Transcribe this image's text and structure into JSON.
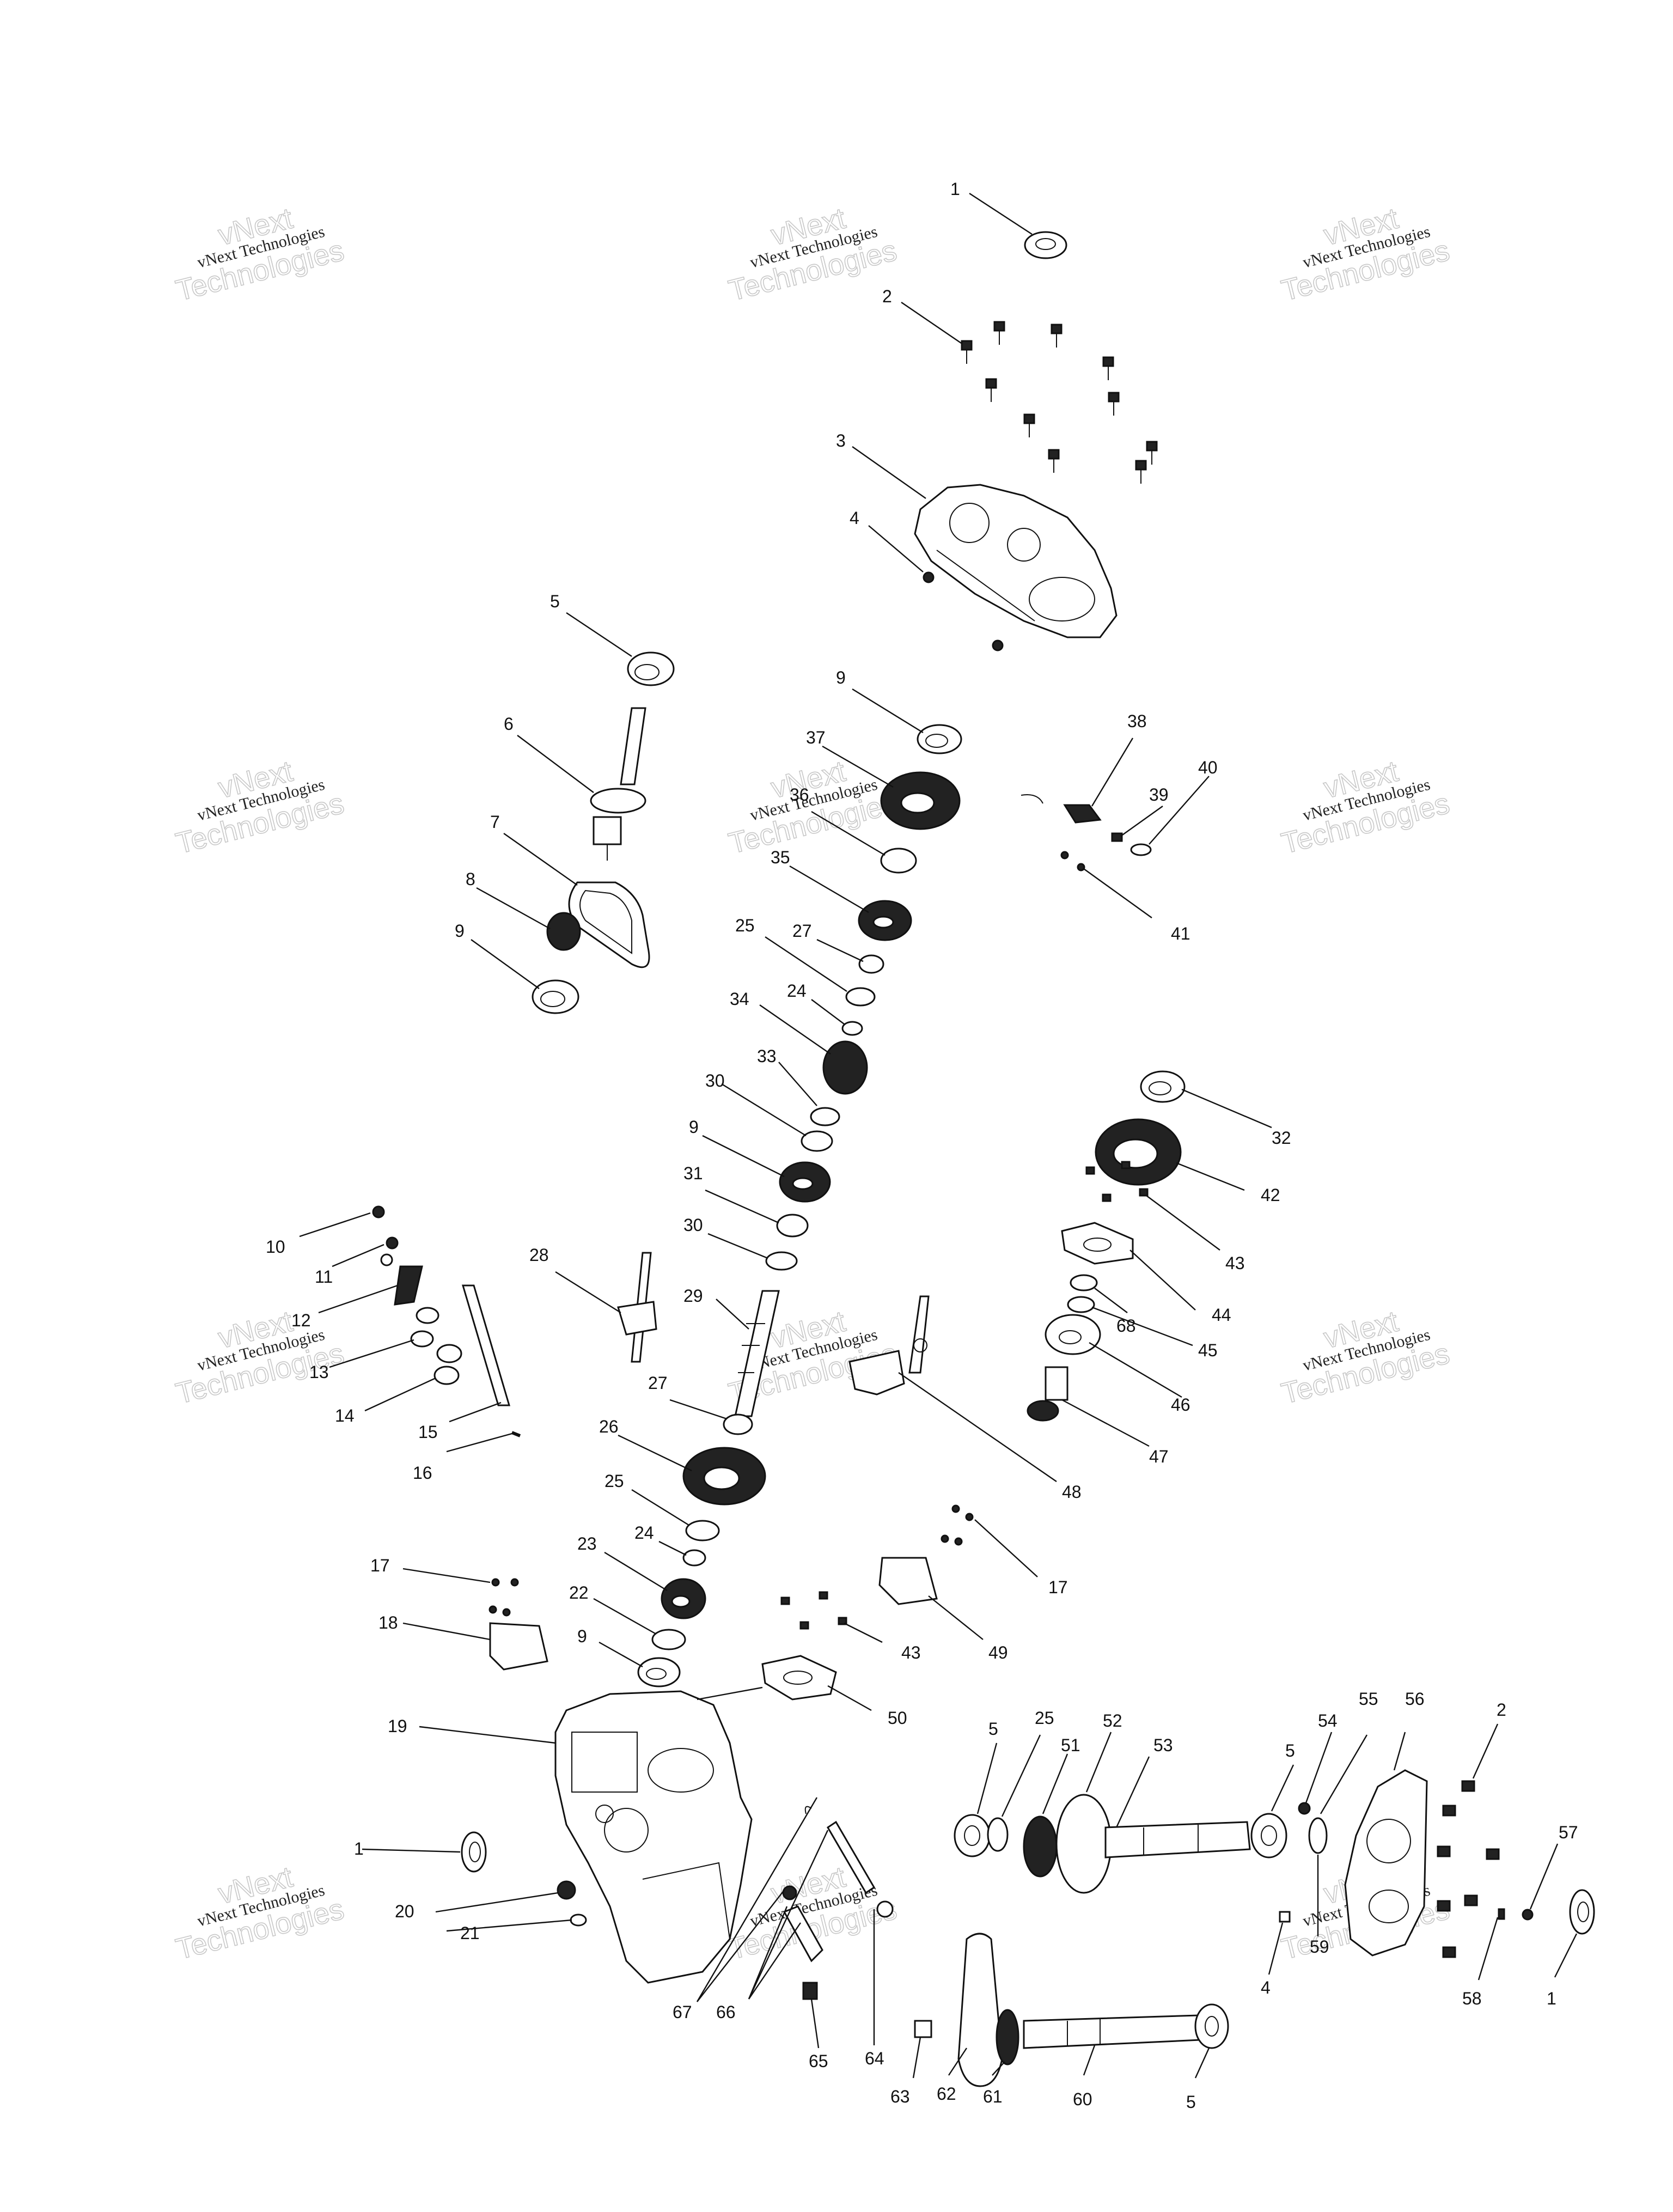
{
  "watermark": {
    "brand_line": "vNext Technologies",
    "outline_word_1": "vNext",
    "outline_word_2": "Technologies"
  },
  "callouts": [
    {
      "label": "1"
    },
    {
      "label": "2"
    },
    {
      "label": "3"
    },
    {
      "label": "4"
    },
    {
      "label": "5"
    },
    {
      "label": "9"
    },
    {
      "label": "6"
    },
    {
      "label": "37"
    },
    {
      "label": "38"
    },
    {
      "label": "40"
    },
    {
      "label": "36"
    },
    {
      "label": "39"
    },
    {
      "label": "7"
    },
    {
      "label": "35"
    },
    {
      "label": "8"
    },
    {
      "label": "41"
    },
    {
      "label": "25"
    },
    {
      "label": "27"
    },
    {
      "label": "9"
    },
    {
      "label": "24"
    },
    {
      "label": "34"
    },
    {
      "label": "33"
    },
    {
      "label": "30"
    },
    {
      "label": "32"
    },
    {
      "label": "9"
    },
    {
      "label": "42"
    },
    {
      "label": "31"
    },
    {
      "label": "30"
    },
    {
      "label": "43"
    },
    {
      "label": "10"
    },
    {
      "label": "11"
    },
    {
      "label": "28"
    },
    {
      "label": "12"
    },
    {
      "label": "29"
    },
    {
      "label": "44"
    },
    {
      "label": "68"
    },
    {
      "label": "45"
    },
    {
      "label": "13"
    },
    {
      "label": "14"
    },
    {
      "label": "15"
    },
    {
      "label": "27"
    },
    {
      "label": "46"
    },
    {
      "label": "16"
    },
    {
      "label": "26"
    },
    {
      "label": "47"
    },
    {
      "label": "48"
    },
    {
      "label": "25"
    },
    {
      "label": "24"
    },
    {
      "label": "23"
    },
    {
      "label": "17"
    },
    {
      "label": "17"
    },
    {
      "label": "22"
    },
    {
      "label": "18"
    },
    {
      "label": "9"
    },
    {
      "label": "43"
    },
    {
      "label": "49"
    },
    {
      "label": "50"
    },
    {
      "label": "19"
    },
    {
      "label": "5"
    },
    {
      "label": "25"
    },
    {
      "label": "52"
    },
    {
      "label": "51"
    },
    {
      "label": "53"
    },
    {
      "label": "5"
    },
    {
      "label": "54"
    },
    {
      "label": "55"
    },
    {
      "label": "56"
    },
    {
      "label": "2"
    },
    {
      "label": "57"
    },
    {
      "label": "1"
    },
    {
      "label": "20"
    },
    {
      "label": "21"
    },
    {
      "label": "59"
    },
    {
      "label": "4"
    },
    {
      "label": "58"
    },
    {
      "label": "1"
    },
    {
      "label": "67"
    },
    {
      "label": "66"
    },
    {
      "label": "65"
    },
    {
      "label": "64"
    },
    {
      "label": "63"
    },
    {
      "label": "62"
    },
    {
      "label": "61"
    },
    {
      "label": "60"
    },
    {
      "label": "5"
    }
  ]
}
